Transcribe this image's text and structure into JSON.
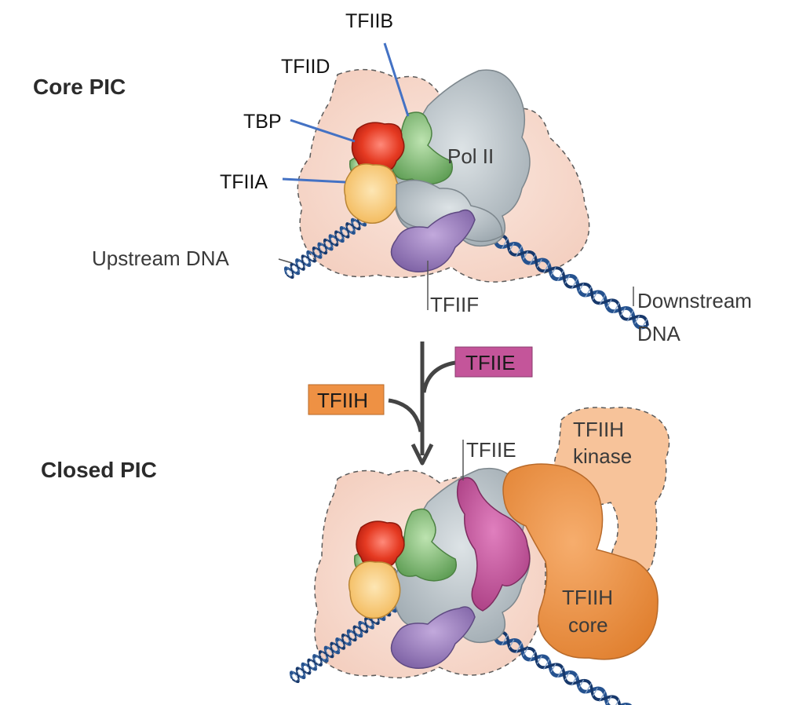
{
  "sections": {
    "core": "Core PIC",
    "closed": "Closed PIC"
  },
  "callouts": {
    "tfiib": "TFIIB",
    "tfiid": "TFIID",
    "tbp": "TBP",
    "tfiia": "TFIIA"
  },
  "labels": {
    "pol2": "Pol II",
    "upstream": "Upstream DNA",
    "tfiif": "TFIIF",
    "downstream_1": "Downstream",
    "downstream_2": "DNA",
    "tfiie_small": "TFIIE",
    "kinase_1": "TFIIH",
    "kinase_2": "kinase",
    "core_1": "TFIIH",
    "core_2": "core"
  },
  "badges": {
    "tfiie": "TFIIE",
    "tfiih": "TFIIH"
  },
  "colors": {
    "tfiid_envelope": "#f6d9cc",
    "pol2": "#b8c2c8",
    "tbp": "#e53a22",
    "tfiia": "#f7c56a",
    "tfiib": "#7fbf6e",
    "tfiif": "#9c7fbf",
    "dna": "#25528f",
    "tfiie": "#c4559a",
    "tfiih_core": "#ee9144",
    "tfiih_kinase": "#f7c39a",
    "callout_line": "#4472c4"
  }
}
